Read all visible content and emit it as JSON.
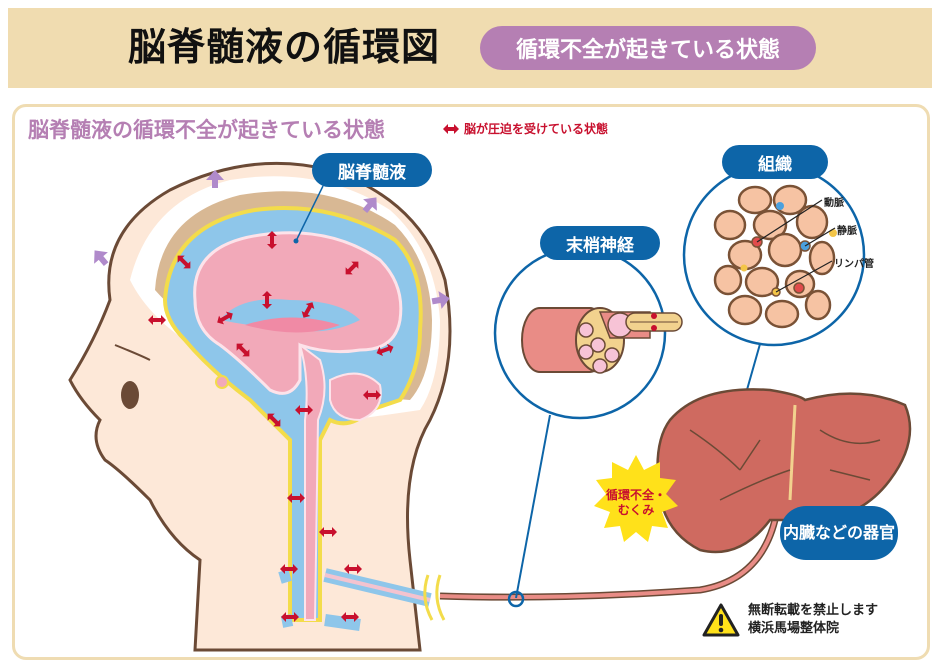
{
  "header": {
    "title": "脳脊髄液の循環図",
    "badge": "循環不全が起きている状態",
    "background_color": "#f0dcb0",
    "badge_color": "#b57fb3"
  },
  "panel": {
    "title": "脳脊髄液の循環不全が起きている状態",
    "legend": {
      "icon": "double-arrow-icon",
      "text": "脳が圧迫を受けている状態",
      "color": "#c8102e"
    }
  },
  "labels": {
    "csf": "脳脊髄液",
    "peripheral_nerve": "末梢神経",
    "tissue": "組織",
    "organs": "内臓などの器官"
  },
  "tissue_detail": {
    "artery": "動脈",
    "vein": "静脈",
    "lymph": "リンパ管"
  },
  "burst": {
    "line1": "循環不全・",
    "line2": "むくみ",
    "color": "#ffe11a"
  },
  "notice": {
    "icon": "warning-icon",
    "line1": "無断転載を禁止します",
    "line2": "横浜馬場整体院"
  },
  "colors": {
    "label_blue": "#0d65a8",
    "csf_blue": "#8ec6ea",
    "brain_pink": "#f2a9b9",
    "skin": "#fde8d8",
    "liver": "#cf6a60",
    "arrow_purple": "#b08acb"
  }
}
